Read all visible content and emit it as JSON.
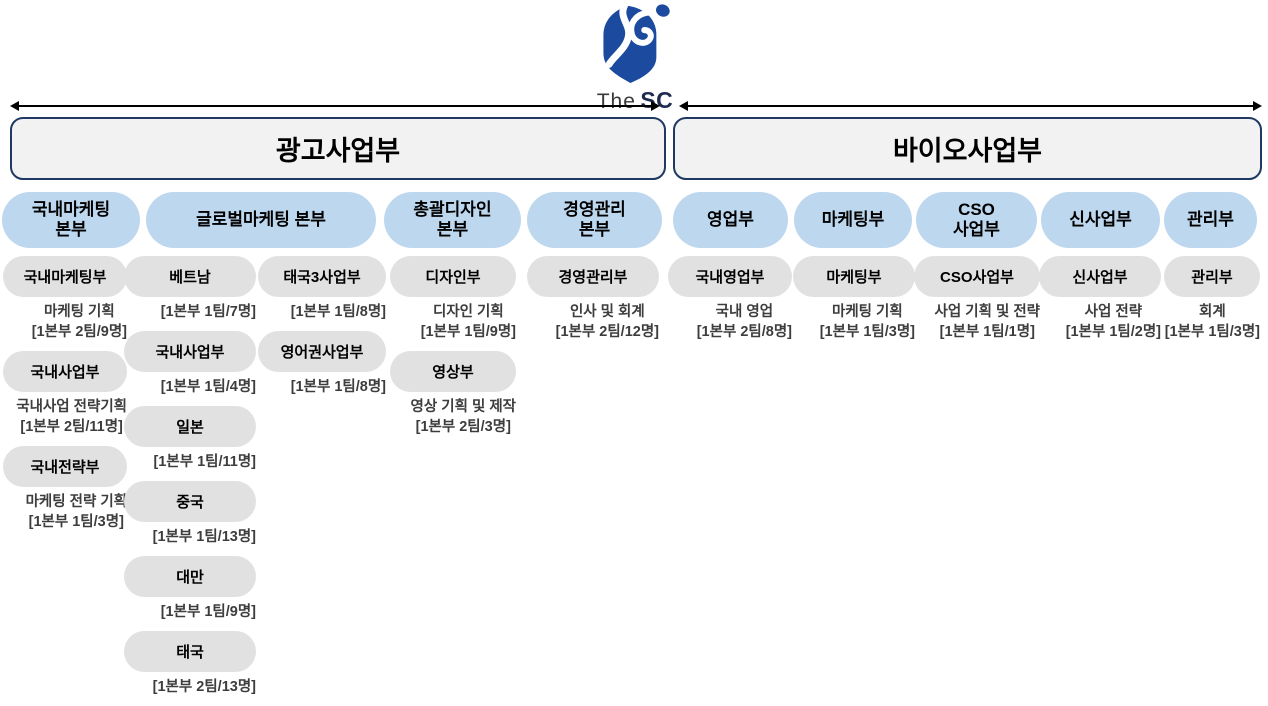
{
  "logo": {
    "text_the": "The",
    "text_sc": "SC",
    "mark_color": "#1b4a9e"
  },
  "colors": {
    "hq_pill": "#bdd7ee",
    "team_pill": "#e1e1e1",
    "division_border": "#203864",
    "division_fill": "#f2f2f2",
    "logo_blue": "#1b4a9e"
  },
  "divisions": [
    {
      "title": "광고사업부"
    },
    {
      "title": "바이오사업부"
    }
  ],
  "hq": [
    {
      "label": "국내마케팅\n본부"
    },
    {
      "label": "글로벌마케팅 본부"
    },
    {
      "label": "총괄디자인\n본부"
    },
    {
      "label": "경영관리\n본부"
    },
    {
      "label": "영업부"
    },
    {
      "label": "마케팅부"
    },
    {
      "label": "CSO\n사업부"
    },
    {
      "label": "신사업부"
    },
    {
      "label": "관리부"
    }
  ],
  "teams": {
    "col1": [
      {
        "label": "국내마케팅부",
        "caption": "마케팅 기획\n[1본부 2팀/9명]"
      },
      {
        "label": "국내사업부",
        "caption": "국내사업 전략기획\n[1본부 2팀/11명]"
      },
      {
        "label": "국내전략부",
        "caption": "마케팅 전략 기획\n[1본부 1팀/3명]"
      }
    ],
    "col2a": [
      {
        "label": "베트남",
        "caption": "[1본부 1팀/7명]"
      },
      {
        "label": "국내사업부",
        "caption": "[1본부 1팀/4명]"
      },
      {
        "label": "일본",
        "caption": "[1본부 1팀/11명]"
      },
      {
        "label": "중국",
        "caption": "[1본부 1팀/13명]"
      },
      {
        "label": "대만",
        "caption": "[1본부 1팀/9명]"
      },
      {
        "label": "태국",
        "caption": "[1본부 2팀/13명]"
      }
    ],
    "col2b": [
      {
        "label": "태국3사업부",
        "caption": "[1본부 1팀/8명]"
      },
      {
        "label": "영어권사업부",
        "caption": "[1본부 1팀/8명]"
      }
    ],
    "col3": [
      {
        "label": "디자인부",
        "caption": "디자인 기획\n[1본부 1팀/9명]"
      },
      {
        "label": "영상부",
        "caption": "영상 기획 및 제작\n[1본부 2팀/3명]"
      }
    ],
    "col4": [
      {
        "label": "경영관리부",
        "caption": "인사 및 회계\n[1본부 2팀/12명]"
      }
    ],
    "col5": [
      {
        "label": "국내영업부",
        "caption": "국내 영업\n[1본부 2팀/8명]"
      }
    ],
    "col6": [
      {
        "label": "마케팅부",
        "caption": "마케팅 기획\n[1본부 1팀/3명]"
      }
    ],
    "col7": [
      {
        "label": "CSO사업부",
        "caption": "사업 기획 및 전략\n[1본부 1팀/1명]"
      }
    ],
    "col8": [
      {
        "label": "신사업부",
        "caption": "사업 전략\n[1본부 1팀/2명]"
      }
    ],
    "col9": [
      {
        "label": "관리부",
        "caption": "회계\n[1본부 1팀/3명]"
      }
    ]
  }
}
